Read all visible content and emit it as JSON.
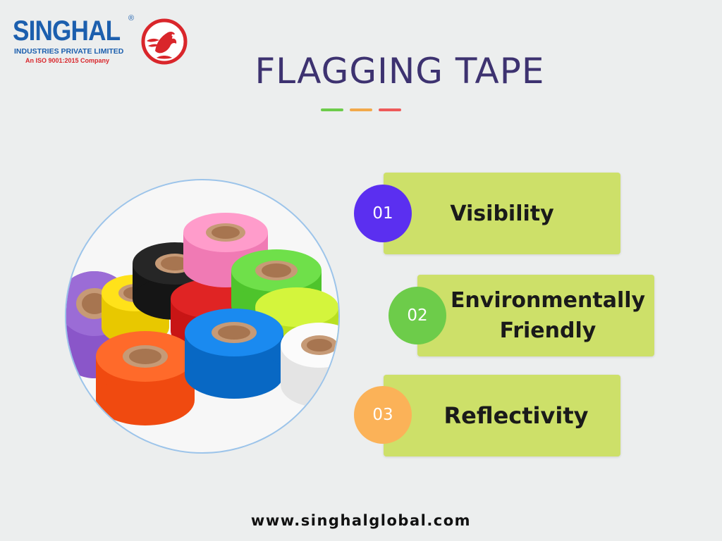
{
  "logo": {
    "name": "SINGHAL",
    "registered": "®",
    "subtitle": "INDUSTRIES PRIVATE LIMITED",
    "iso": "An ISO 9001:2015 Company"
  },
  "title": "FLAGGING TAPE",
  "underline_colors": [
    "#6dcc4a",
    "#f2a94a",
    "#ee5a5a"
  ],
  "features": [
    {
      "number": "01",
      "label": "Visibility",
      "circle_color": "#5b2ff0"
    },
    {
      "number": "02",
      "label_line1": "Environmentally",
      "label_line2": "Friendly",
      "circle_color": "#6dcc4a"
    },
    {
      "number": "03",
      "label": "Reflectivity",
      "circle_color": "#fbb258"
    }
  ],
  "card_color": "#cde069",
  "image": {
    "subject": "rolls of colored flagging tape",
    "tape_colors": [
      "#8a56c9",
      "#f2d400",
      "#1a1a1a",
      "#f58bc0",
      "#5fd63a",
      "#d91e1e",
      "#c9f23a",
      "#ff5a1f",
      "#0a7ee0",
      "#ffffff"
    ]
  },
  "website": "www.singhalglobal.com"
}
